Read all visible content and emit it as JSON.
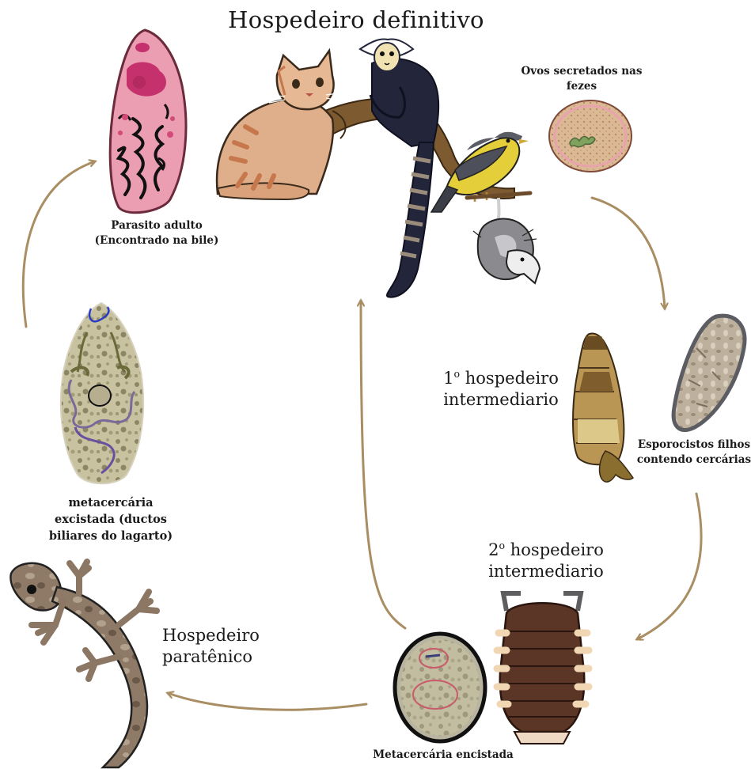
{
  "title": "Hospedeiro definitivo",
  "labels": {
    "adult": [
      "Parasito adulto",
      "(Encontrado na bile)"
    ],
    "eggs": [
      "Ovos secretados nas",
      "fezes"
    ],
    "host1": {
      "ord": "1",
      "ord_sup": "o",
      "line1_rest": " hospedeiro",
      "line2": "intermediario"
    },
    "sporocysts": [
      "Esporocistos filhos",
      "contendo cercárias"
    ],
    "host2": {
      "ord": "2",
      "ord_sup": "o",
      "line1_rest": " hospedeiro",
      "line2": "intermediario"
    },
    "metacercaria": "Metacercária encistada",
    "paratenic": [
      "Hospedeiro",
      "paratênico"
    ],
    "excysted": [
      "metacercária",
      "excistada (ductos",
      "biliares do lagarto)"
    ]
  },
  "colors": {
    "arrow": "#a98e63",
    "fluke_pink": "#e88aa4",
    "fluke_dark": "#c4316c",
    "cat": "#dfae8a",
    "cat_stripe": "#c6774b",
    "branch": "#7d5a2f",
    "monkey": "#23253a",
    "bird_yellow": "#e4cf3a",
    "snail": "#b99654",
    "isopod": "#5b3525",
    "gecko": "#8c7764",
    "metacercaria_bg": "#cbc4a2"
  }
}
